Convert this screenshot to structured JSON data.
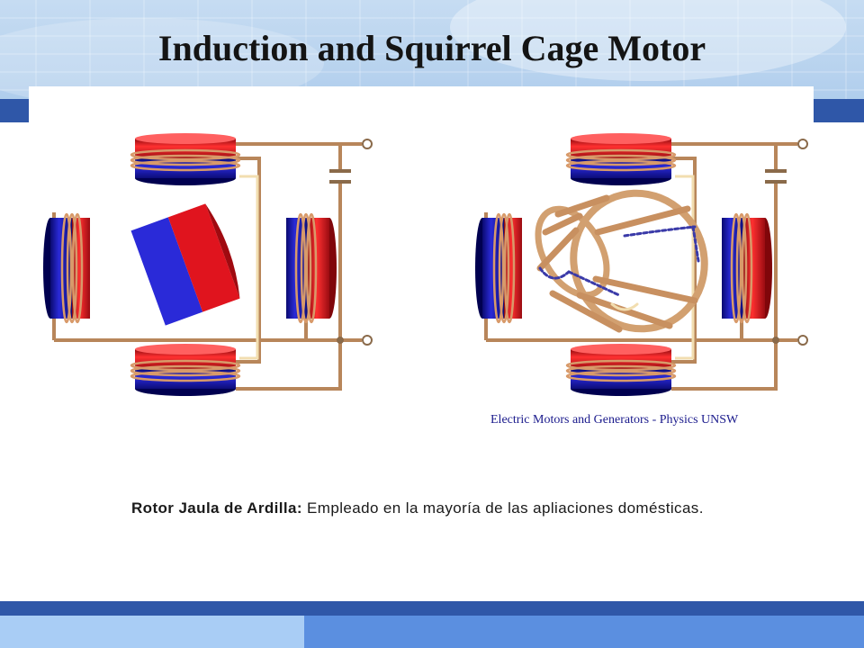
{
  "slide": {
    "title": "Induction and Squirrel Cage Motor",
    "credit": "Electric Motors and Generators - Physics UNSW",
    "caption": {
      "bold": "Rotor Jaula de Ardilla:",
      "text": " Empleado en la mayoría de las apliaciones domésticas."
    }
  },
  "diagrams": [
    {
      "id": "permanent-magnet-rotor",
      "rotor": "bar-magnet"
    },
    {
      "id": "squirrel-cage-rotor",
      "rotor": "squirrel-cage"
    }
  ],
  "colors": {
    "accent": "#2f57a8",
    "pole_red": "#e0141e",
    "pole_blue": "#1a1aa8",
    "copper": "#b8865a",
    "credit_text": "#1a1a8c"
  }
}
